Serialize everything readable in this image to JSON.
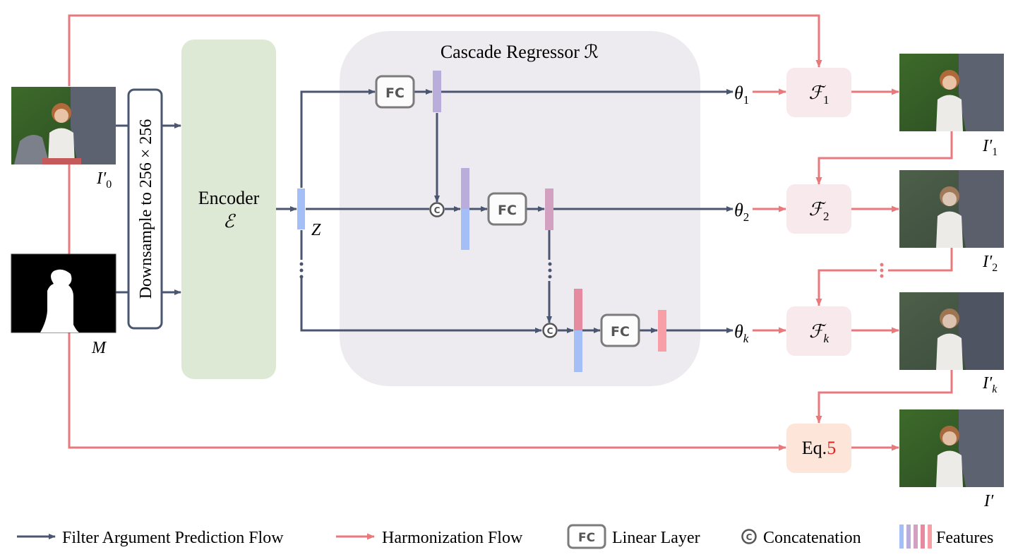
{
  "title": "Cascade Regressor R",
  "colors": {
    "dark_flow": "#4a5670",
    "harmonization_flow": "#e8797c",
    "encoder_bg": "#dde9d5",
    "regressor_bg": "#edebef",
    "filter_bg": "#f8e9ec",
    "eq_bg": "#fde5da",
    "fc_border": "#7b7b7b",
    "feature_blue": "#a4bff8",
    "feature_purple": "#b9aedb",
    "feature_mauve": "#d4a0c2",
    "feature_rose": "#e68aa0",
    "feature_pink": "#f89ea6",
    "eq_number": "#e8231f"
  },
  "inputs": {
    "image_label": "I′",
    "image_label_sub": "0",
    "mask_label": "M"
  },
  "downsample": {
    "label": "Downsample to 256 × 256"
  },
  "encoder": {
    "label": "Encoder",
    "symbol": "ℰ"
  },
  "latent": {
    "label": "Z"
  },
  "regressor": {
    "title": "Cascade Regressor ℛ"
  },
  "fc_blocks": [
    {
      "label": "FC"
    },
    {
      "label": "FC"
    },
    {
      "label": "FC"
    }
  ],
  "concat_symbol": "C",
  "thetas": [
    {
      "symbol": "θ",
      "sub": "1"
    },
    {
      "symbol": "θ",
      "sub": "2"
    },
    {
      "symbol": "θ",
      "sub": "k"
    }
  ],
  "filters": [
    {
      "symbol": "ℱ",
      "sub": "1"
    },
    {
      "symbol": "ℱ",
      "sub": "2"
    },
    {
      "symbol": "ℱ",
      "sub": "k"
    }
  ],
  "eq": {
    "prefix": "Eq.",
    "number": "5"
  },
  "outputs": [
    {
      "label": "I′",
      "sub": "1"
    },
    {
      "label": "I′",
      "sub": "2"
    },
    {
      "label": "I′",
      "sub": "k"
    },
    {
      "label": "I′",
      "sub": ""
    }
  ],
  "legend": {
    "filter_flow": "Filter Argument Prediction Flow",
    "harmonization_flow": "Harmonization Flow",
    "fc_icon": "FC",
    "linear_layer": "Linear Layer",
    "concat_icon": "C",
    "concatenation": "Concatenation",
    "features": "Features"
  }
}
